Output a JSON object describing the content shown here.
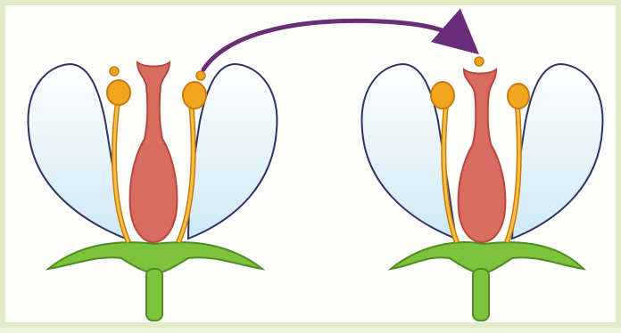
{
  "diagram": {
    "flowers": [
      {
        "id": "flower-left"
      },
      {
        "id": "flower-right"
      }
    ],
    "arrow": {
      "from": "flower-left-anther",
      "to": "flower-right-stigma"
    },
    "colors": {
      "petal_outline": "#2e3566",
      "petal_fill": "#dff0f7",
      "pistil": "#d86d5f",
      "pistil_edge": "#b9463c",
      "stamen": "#f2a51f",
      "stamen_edge": "#c97a10",
      "receptacle": "#7cc23a",
      "receptacle_edge": "#4f8d24",
      "arrow": "#6b2d78"
    }
  }
}
